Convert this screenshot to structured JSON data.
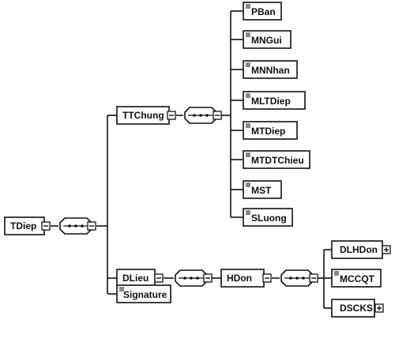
{
  "nodes": {
    "tdiep": "TDiep",
    "ttchung": "TTChung",
    "dlieu": "DLieu",
    "signature": "Signature",
    "hdon": "HDon",
    "pban": "PBan",
    "mngui": "MNGui",
    "mnnhan": "MNNhan",
    "mltdiep": "MLTDiep",
    "mtdiep": "MTDiep",
    "mtdtchieu": "MTDTChieu",
    "mst": "MST",
    "sluong": "SLuong",
    "dlhdon": "DLHDon",
    "mccqt": "MCCQT",
    "dscks": "DSCKS"
  },
  "icons": {
    "collapse": "minus-icon",
    "expand": "plus-icon",
    "sequence": "sequence-compositor-icon",
    "element": "element-doc-icon"
  },
  "colors": {
    "line": "#111111",
    "box": "#ffffff"
  }
}
